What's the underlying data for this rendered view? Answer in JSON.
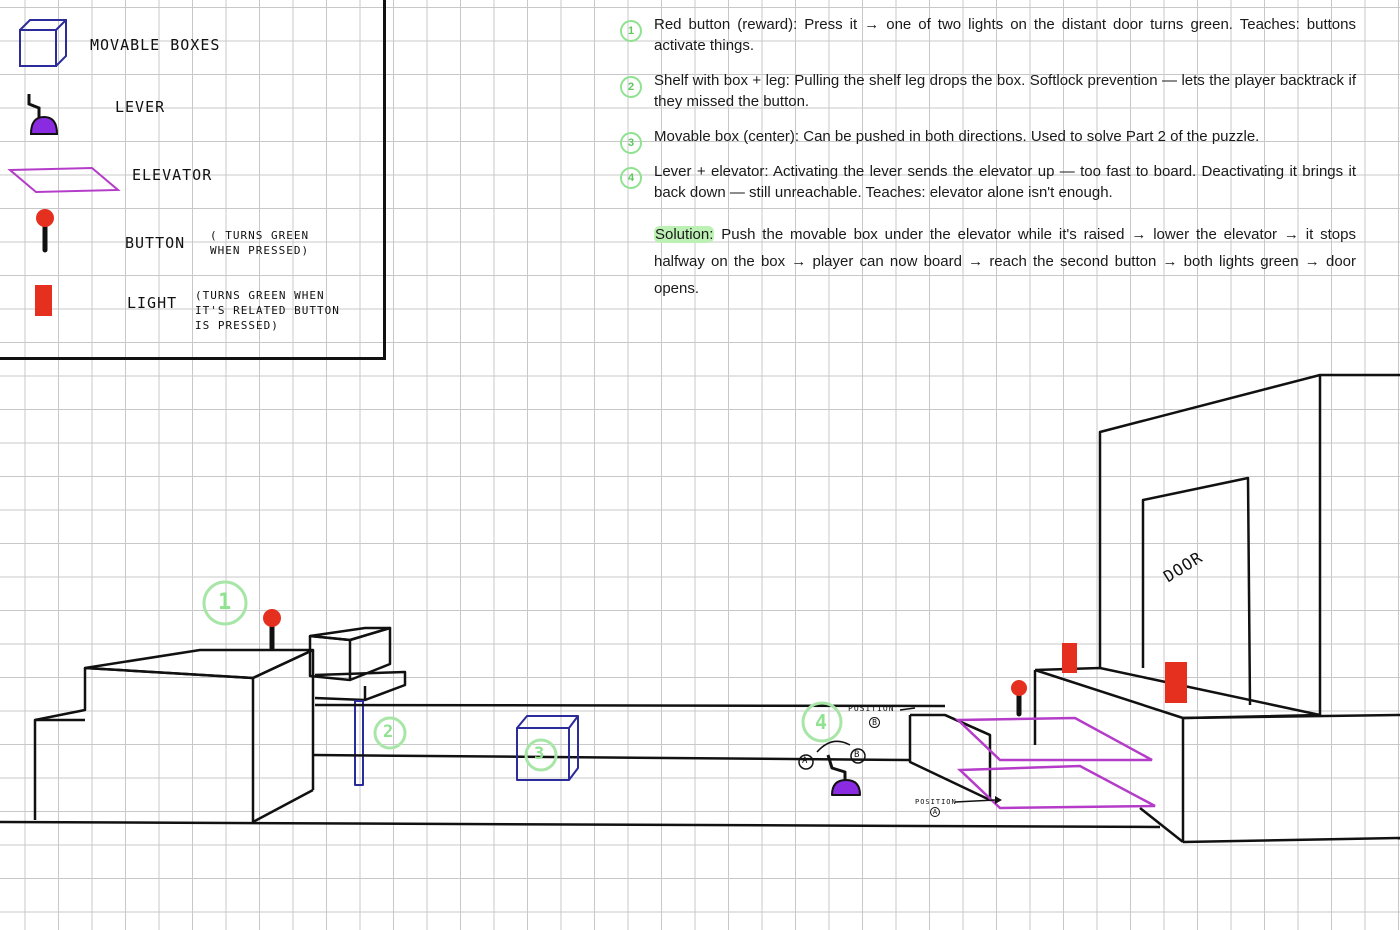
{
  "legend": {
    "items": [
      {
        "icon": "cube-icon",
        "label": "MOVABLE BOXES",
        "note": ""
      },
      {
        "icon": "lever-icon",
        "label": "LEVER",
        "note": ""
      },
      {
        "icon": "elevator-icon",
        "label": "ELEVATOR",
        "note": ""
      },
      {
        "icon": "button-icon",
        "label": "BUTTON",
        "note": "( TURNS GREEN WHEN PRESSED)"
      },
      {
        "icon": "light-icon",
        "label": "LIGHT",
        "note": "(TURNS GREEN WHEN IT'S RELATED BUTTON IS PRESSED)"
      }
    ]
  },
  "notes": [
    {
      "number": "1",
      "text": "Red button (reward): Press it → one of two lights on the distant door turns green. Teaches: buttons activate things."
    },
    {
      "number": "2",
      "text": "Shelf with box + leg: Pulling the shelf leg drops the box. Softlock prevention — lets the player backtrack if they missed the button."
    },
    {
      "number": "3",
      "text": "Movable box (center): Can be pushed in both directions. Used to solve Part 2 of the puzzle."
    },
    {
      "number": "4",
      "text": "Lever + elevator: Activating the lever sends the elevator up — too fast to board. Deactivating it brings it back down — still unreachable. Teaches: elevator alone isn't enough."
    }
  ],
  "solution": {
    "label": "Solution:",
    "text": " Push the movable box under the elevator while it's raised → lower the elevator → it stops halfway on the box → player can now board → reach the second button → both lights green → door opens."
  },
  "scene": {
    "markers": [
      "1",
      "2",
      "3",
      "4"
    ],
    "door_label": "DOOR",
    "position_b_label": "POSITION",
    "position_b_marker": "B",
    "position_a_label": "POSITION",
    "position_a_marker": "A",
    "lever_state_a": "A",
    "lever_state_b": "B"
  },
  "colors": {
    "button_red": "#e53020",
    "elevator_purple": "#b43cc8",
    "box_blue": "#2b2b9a",
    "lever_purple": "#8a2be2",
    "marker_green": "#8fe28f",
    "highlight_green": "#bdf0b4",
    "line": "#111111"
  }
}
